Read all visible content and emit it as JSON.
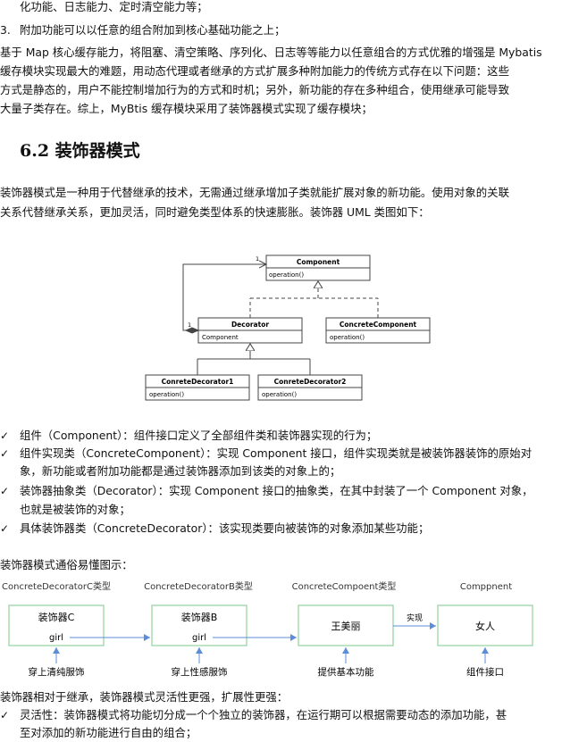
{
  "top": {
    "line1": "化功能、日志能力、定时清空能力等；",
    "item_number": "3.",
    "line2": "附加功能可以以任意的组合附加到核心基础功能之上；",
    "para1": [
      "基于 Map 核心缓存能力，将阻塞、清空策略、序列化、日志等等能力以任意组合的方式优雅的增强是 Mybatis",
      "缓存模块实现最大的难题，用动态代理或者继承的方式扩展多种附加能力的传统方式存在以下问题：这些",
      "方式是静态的，用户不能控制增加行为的方式和时机；另外，新功能的存在多种组合，使用继承可能导致",
      "大量子类存在。综上，MyBtis 缓存模块采用了装饰器模式实现了缓存模块；"
    ]
  },
  "section": {
    "heading": "6.2  装饰器模式"
  },
  "intro": [
    "装饰器模式是一种用于代替继承的技术，无需通过继承增加子类就能扩展对象的新功能。使用对象的关联",
    "关系代替继承关系，更加灵活，同时避免类型体系的快速膨胀。装饰器 UML 类图如下："
  ],
  "uml": {
    "component_title": "Component",
    "component_op": "operation()",
    "decorator_title": "Decorator",
    "decorator_attr": "Component",
    "concrete_component_title": "ConcreteComponent",
    "concrete_component_op": "operation()",
    "concrete_decorator1_title": "ConreteDecorator1",
    "concrete_decorator1_op": "operation()",
    "concrete_decorator2_title": "ConreteDecorator2",
    "concrete_decorator2_op": "operation()",
    "mult_one_top": "1",
    "mult_one_left": "1"
  },
  "bullets": [
    [
      "组件（Component）：组件接口定义了全部组件类和装饰器实现的行为；"
    ],
    [
      "组件实现类（ConcreteComponent）：实现 Component 接口，组件实现类就是被装饰器装饰的原始对",
      "象，新功能或者附加功能都是通过装饰器添加到该类的对象上的；"
    ],
    [
      "装饰器抽象类（Decorator）：实现 Component 接口的抽象类，在其中封装了一个 Component 对象，",
      "也就是被装饰的对象；"
    ],
    [
      "具体装饰器类（ConcreteDecorator）：该实现类要向被装饰的对象添加某些功能；"
    ]
  ],
  "example_title": "装饰器模式通俗易懂图示：",
  "example": {
    "labels_top": [
      "ConcreteDecoratorC类型",
      "ConcreteDecoratorB类型",
      "ConcreteCompoent类型",
      "Comppnent"
    ],
    "box_c": {
      "title": "装饰器C",
      "field": "girl"
    },
    "box_b": {
      "title": "装饰器B",
      "field": "girl"
    },
    "box_core": {
      "title": "王美丽"
    },
    "box_woman": {
      "title": "女人"
    },
    "implements_label": "实现",
    "labels_bottom": [
      "穿上清纯服饰",
      "穿上性感服饰",
      "提供基本功能",
      "组件接口"
    ]
  },
  "compare_title": "装饰器相对于继承，装饰器模式灵活性更强，扩展性更强：",
  "flex_bullet": [
    "灵活性：装饰器模式将功能切分成一个个独立的装饰器，在运行期可以根据需要动态的添加功能，甚",
    "至对添加的新功能进行自由的组合；"
  ],
  "colors": {
    "box_border": "#8fd19e",
    "arrow": "#5b8dd9"
  }
}
